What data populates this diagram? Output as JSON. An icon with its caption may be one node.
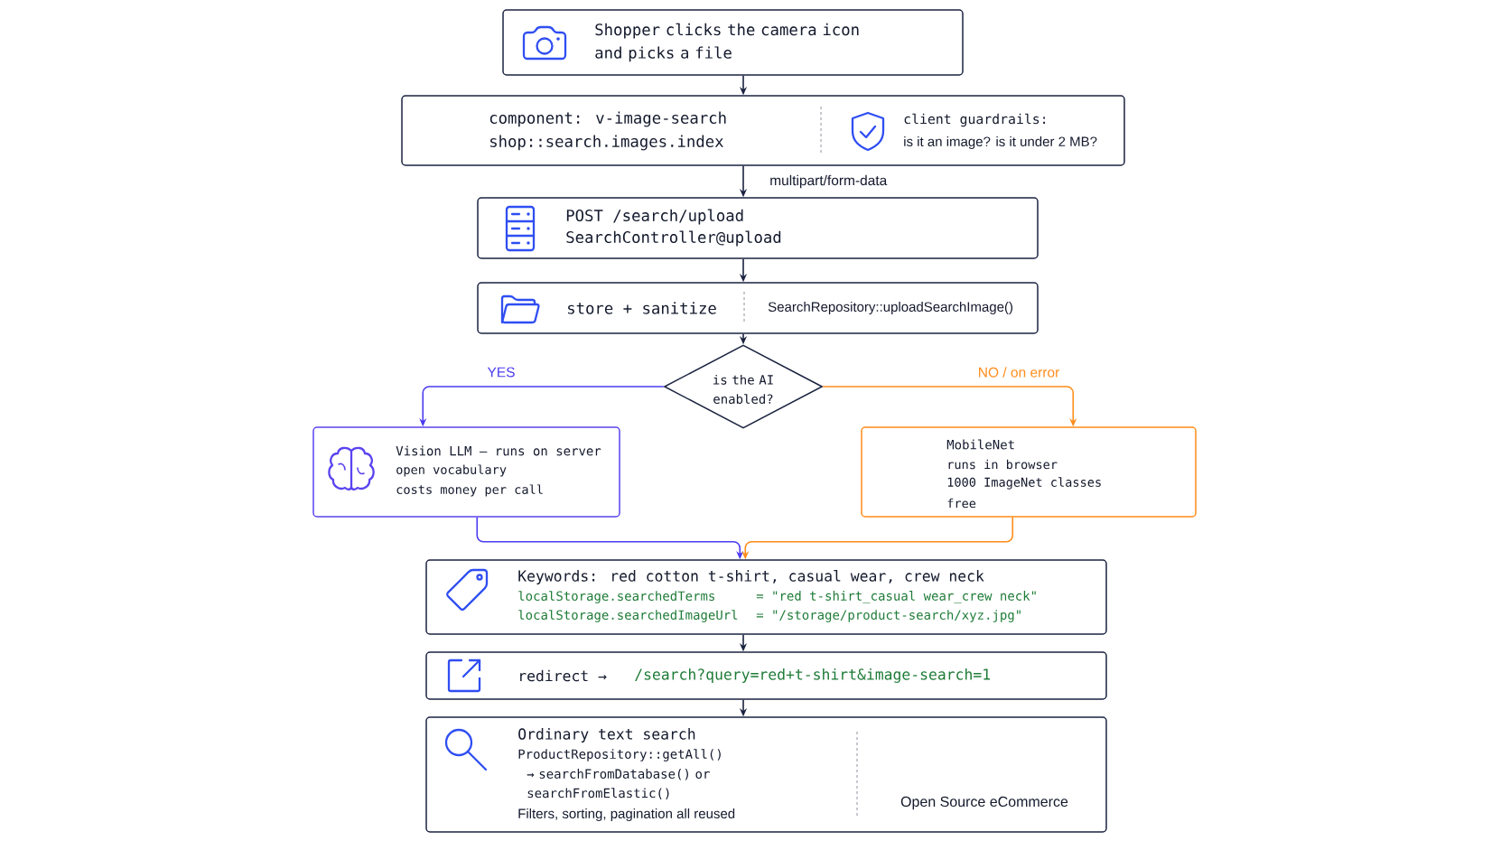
{
  "diagram": {
    "nodes": [
      {
        "text": [
          "Shopper clicks the camera icon and picks a file"
        ]
      },
      {
        "text": [
          "component: v-image-search",
          "shop::search.images.index",
          "client guardrails:",
          "is it an image? is it under 2 MB?"
        ]
      },
      {
        "text": [
          "POST /search/upload",
          "SearchController@upload"
        ]
      },
      {
        "text": [
          "store + sanitize",
          "SearchRepository::uploadSearchImage()"
        ]
      },
      {
        "text": [
          "is the AI enabled?"
        ]
      },
      {
        "text": [
          "Vision LLM – runs on server",
          "open vocabulary",
          "costs money per call"
        ]
      },
      {
        "text": [
          "MobileNet",
          "runs in browser",
          "1000 ImageNet classes",
          "free"
        ]
      },
      {
        "text": [
          "Keywords: red cotton t-shirt, casual wear, crew neck",
          "localStorage.searchedTerms",
          "= \"red t-shirt_casual wear_crew neck\"",
          "localStorage.searchedImageUrl",
          "= \"/storage/product-search/xyz.jpg\""
        ]
      },
      {
        "text": [
          "redirect →",
          "/search?query=red+t-shirt&image-search=1"
        ]
      },
      {
        "text": [
          "Ordinary text search",
          "ProductRepository::getAll()",
          "→ searchFromDatabase() or searchFromElastic()",
          "Filters, sorting, pagination all reused",
          "Open Source eCommerce"
        ]
      }
    ],
    "edges": [
      {
        "from": 0,
        "to": 1,
        "arrow": "to"
      },
      {
        "from": 1,
        "to": 2,
        "arrow": "to",
        "label": "multipart/form-data"
      },
      {
        "from": 2,
        "to": 3,
        "arrow": "to"
      },
      {
        "from": 3,
        "to": 4,
        "arrow": "to"
      },
      {
        "from": 4,
        "to": 5,
        "arrow": "to",
        "label": "YES",
        "color": "#4b3cf0"
      },
      {
        "from": 4,
        "to": 6,
        "arrow": "to",
        "label": "NO / on error",
        "color": "#ff8c1a"
      },
      {
        "from": 5,
        "to": 7,
        "arrow": "to",
        "color": "#4b3cf0"
      },
      {
        "from": 6,
        "to": 7,
        "arrow": "to",
        "color": "#ff8c1a"
      },
      {
        "from": 7,
        "to": 8,
        "arrow": "to"
      },
      {
        "from": 8,
        "to": 9,
        "arrow": "to"
      }
    ]
  }
}
